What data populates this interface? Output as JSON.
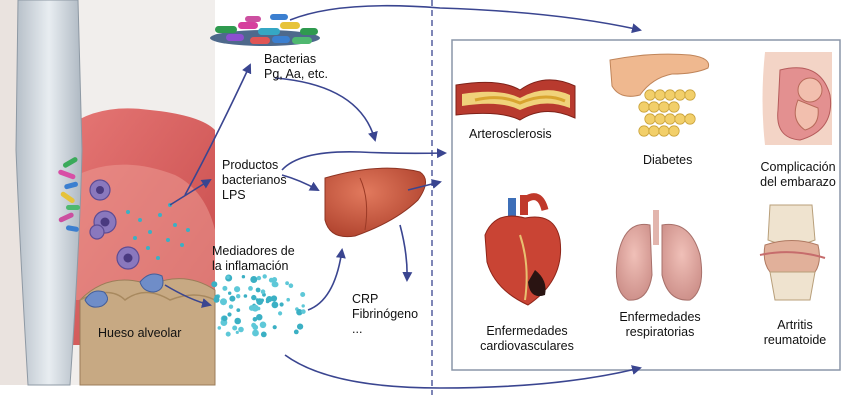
{
  "labels": {
    "bacteria": "Bacterias\nPg, Aa, etc.",
    "bacterial_products": "Productos\nbacterianos\nLPS",
    "inflammation_mediators": "Mediadores de\nla inflamación",
    "liver_products": "CRP\nFibrinógeno\n...",
    "alveolar_bone": "Hueso alveolar",
    "atherosclerosis": "Arterosclerosis",
    "diabetes": "Diabetes",
    "pregnancy": "Complicación\ndel embarazo",
    "cardiovascular": "Enfermedades\ncardiovasculares",
    "respiratory": "Enfermedades\nrespiratorias",
    "arthritis": "Artritis\nreumatoide"
  },
  "colors": {
    "arrow": "#3a4590",
    "box_border": "#8a96a8",
    "gum": "#d95a5a",
    "tooth": "#c9d2da",
    "liver": "#c8553d",
    "bone": "#b89a78",
    "cells": "#7c6ab0",
    "particles": "#3bb0c4",
    "heart": "#c0392b",
    "lung": "#d4908a",
    "pancreas": "#e8a070",
    "fat": "#f0c860"
  }
}
